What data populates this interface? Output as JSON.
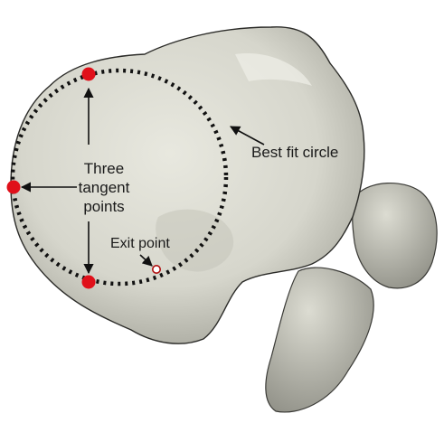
{
  "labels": {
    "three_tangent_line1": "Three",
    "three_tangent_line2": "tangent",
    "three_tangent_line3": "points",
    "best_fit_circle": "Best fit circle",
    "exit_point": "Exit point"
  },
  "colors": {
    "background": "#ffffff",
    "bone_fill": "#dcdcd2",
    "bone_shadow": "#a9a99f",
    "bone_outline": "#2b2b28",
    "circle_stroke": "#111111",
    "tangent_point": "#e0101a",
    "exit_point_fill": "#ffffff",
    "exit_point_stroke": "#b01010",
    "arrow": "#111111"
  },
  "markers": {
    "tangent_points_count": 3,
    "exit_points_count": 1
  }
}
